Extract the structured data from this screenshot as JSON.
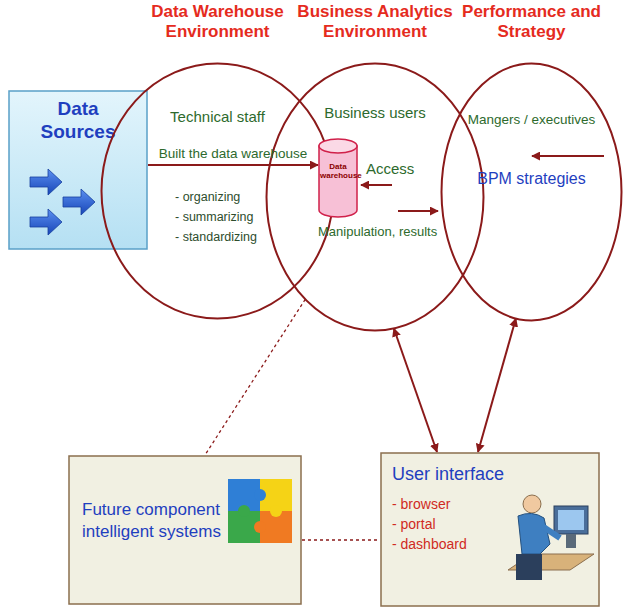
{
  "diagram": {
    "nodes": [
      {
        "text": [
          "Data Sources"
        ]
      },
      {
        "text": [
          "Data Warehouse Environment",
          "Technical staff",
          "- organizing",
          "- summarizing",
          "- standardizing"
        ]
      },
      {
        "text": [
          "Business Analytics Environment",
          "Business users"
        ]
      },
      {
        "text": [
          "Performance and Strategy",
          "Mangers / executives",
          "BPM strategies"
        ]
      },
      {
        "text": [
          "Data warehouse"
        ]
      },
      {
        "text": [
          "Future component intelligent systems"
        ]
      },
      {
        "text": [
          "User interface",
          "- browser",
          "- portal",
          "- dashboard"
        ]
      }
    ],
    "edges": [
      {
        "from": 0,
        "to": 4,
        "arrow": "to",
        "label": "Built the data warehouse"
      },
      {
        "from": 2,
        "to": 6,
        "arrow": "both"
      },
      {
        "from": 3,
        "to": 6,
        "arrow": "both"
      },
      {
        "from": 2,
        "to": 5,
        "arrow": "none"
      },
      {
        "from": 5,
        "to": 6,
        "arrow": "none"
      }
    ],
    "labels": [
      "Access",
      "Manipulation, results"
    ]
  }
}
